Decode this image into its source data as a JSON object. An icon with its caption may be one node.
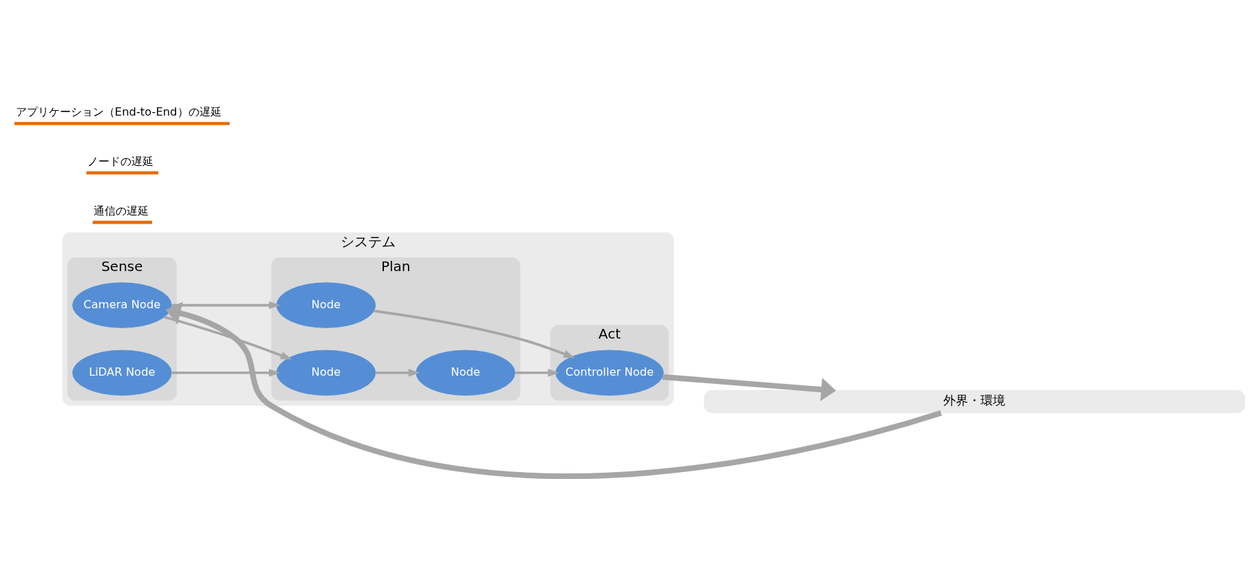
{
  "diagram": {
    "nodes": [
      {
        "text": [
          "システム"
        ]
      },
      {
        "text": [
          "Sense"
        ],
        "in": 0
      },
      {
        "text": [
          "Plan"
        ],
        "in": 0
      },
      {
        "text": [
          "Act"
        ],
        "in": 0
      },
      {
        "text": [
          "Camera Node"
        ],
        "in": 1
      },
      {
        "text": [
          "LiDAR Node"
        ],
        "in": 1
      },
      {
        "text": [
          "Node"
        ],
        "in": 2
      },
      {
        "text": [
          "Node"
        ],
        "in": 2
      },
      {
        "text": [
          "Node"
        ],
        "in": 2
      },
      {
        "text": [
          "Controller Node"
        ],
        "in": 3
      },
      {
        "text": [
          "外界・環境"
        ]
      }
    ],
    "edges": [
      {
        "from": 10,
        "to": 4,
        "arrow": "to",
        "style": "thick"
      },
      {
        "from": 4,
        "to": 6,
        "arrow": "to"
      },
      {
        "from": 4,
        "to": 7,
        "arrow": "to"
      },
      {
        "from": 5,
        "to": 7,
        "arrow": "to"
      },
      {
        "from": 7,
        "to": 8,
        "arrow": "to"
      },
      {
        "from": 6,
        "to": 9,
        "arrow": "to"
      },
      {
        "from": 8,
        "to": 9,
        "arrow": "to"
      },
      {
        "from": 9,
        "to": 10,
        "arrow": "to",
        "style": "thick"
      }
    ],
    "labels": [
      "通信の遅延",
      "ノードの遅延",
      "アプリケーション（End-to-End）の遅延"
    ]
  }
}
